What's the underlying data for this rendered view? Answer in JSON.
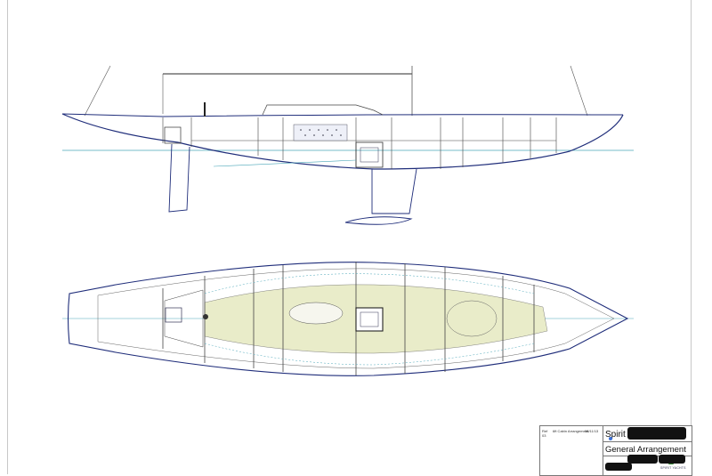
{
  "title_block": {
    "project_name": "Spirit 74",
    "drawing_title": "General Arrangement",
    "ref_no": "Ref",
    "sheet_no": "03",
    "description": "6ft Cabin Arrangement",
    "date": "08/11/13",
    "logo_text": "SPIRIT YACHTS"
  },
  "colors": {
    "hull_line": "#1f2d7a",
    "interior_line": "#444444",
    "cabin_sole": "#e9ecc9",
    "waterline": "#4aa6b8",
    "logo_green": "#3a8a3a"
  }
}
